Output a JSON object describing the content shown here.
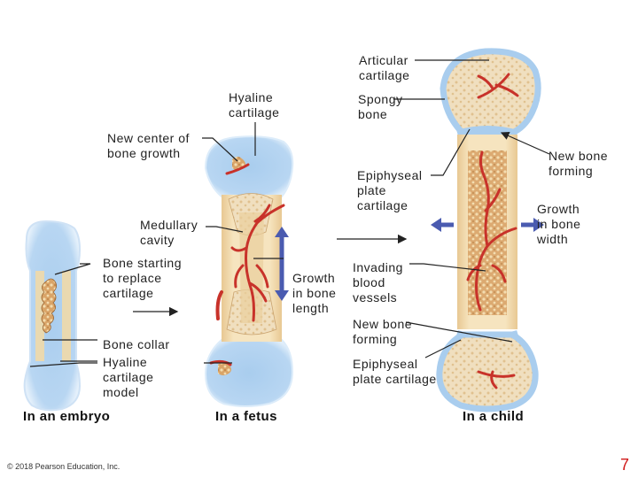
{
  "labels": {
    "articular_cartilage": "Articular\ncartilage",
    "hyaline_cartilage_fetus": "Hyaline\ncartilage",
    "spongy_bone": "Spongy\nbone",
    "new_center_of_bone_growth": "New center of\nbone growth",
    "new_bone_forming_top": "New bone\nforming",
    "epiphyseal_plate_cartilage_top": "Epiphyseal\nplate\ncartilage",
    "growth_in_bone_width": "Growth\nin bone\nwidth",
    "medullary_cavity": "Medullary\ncavity",
    "bone_starting_to_replace_cartilage": "Bone starting\nto replace\ncartilage",
    "invading_blood_vessels": "Invading\nblood\nvessels",
    "growth_in_bone_length": "Growth\nin bone\nlength",
    "new_bone_forming_bottom": "New bone\nforming",
    "bone_collar": "Bone collar",
    "hyaline_cartilage_model": "Hyaline\ncartilage\nmodel",
    "epiphyseal_plate_cartilage_bottom": "Epiphyseal\nplate cartilage"
  },
  "captions": {
    "embryo": "In an embryo",
    "fetus": "In a fetus",
    "child": "In a child"
  },
  "copyright": "© 2018 Pearson Education, Inc.",
  "page_number": "7",
  "colors": {
    "cartilage": "#a9cdee",
    "cartilage_edge": "#dcecfa",
    "bone_shaft": "#f3dcae",
    "spongy_bone": "#c98b4e",
    "blood_vessel": "#c8322a",
    "growth_arrow": "#4a5bb0",
    "page_number": "#d01818"
  }
}
